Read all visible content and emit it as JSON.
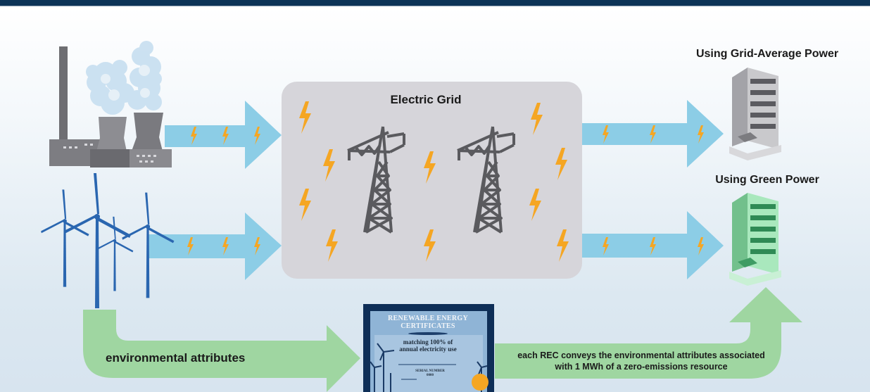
{
  "grid": {
    "title": "Electric Grid"
  },
  "buildings": {
    "grid_average": {
      "title": "Using Grid-Average Power"
    },
    "green": {
      "title": "Using Green Power"
    }
  },
  "attributes": {
    "label": "environmental attributes"
  },
  "certificate": {
    "title_line1": "RENEWABLE ENERGY",
    "title_line2": "CERTIFICATES",
    "subtitle_line1": "matching 100% of",
    "subtitle_line2": "annual electricity use",
    "serial_line1": "SERIAL NUMBER",
    "serial_line2": "0000"
  },
  "rec_note": {
    "line1": "each REC conveys the environmental attributes associated",
    "line2": "with 1 MWh of a zero-emissions resource"
  },
  "colors": {
    "power_arrow": "#8ccde6",
    "attribute_arrow": "#9fd6a1",
    "bolt": "#f5a623",
    "grid_box": "#d6d5da",
    "certificate_border": "#0e2e57"
  }
}
